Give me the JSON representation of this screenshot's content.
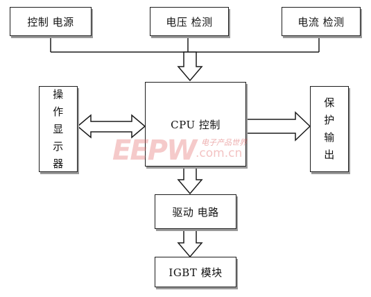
{
  "blocks": {
    "power_control": "控制 电源",
    "voltage_detect": "电压 检测",
    "current_detect": "电流 检测",
    "cpu_control": "CPU 控制",
    "operation_display": [
      "操",
      "作",
      "显",
      "示",
      "器"
    ],
    "protection_output": [
      "保",
      "护",
      "输",
      "出"
    ],
    "drive_circuit": "驱动 电路",
    "igbt_module": "IGBT 模块"
  },
  "watermark": {
    "logo": "EEPW",
    "subtitle": "电子产品世界",
    "url": ".com.cn"
  },
  "colors": {
    "line": "#1a1a1a",
    "shadow": "#9a9a9a",
    "watermark": "#e36a6a"
  }
}
